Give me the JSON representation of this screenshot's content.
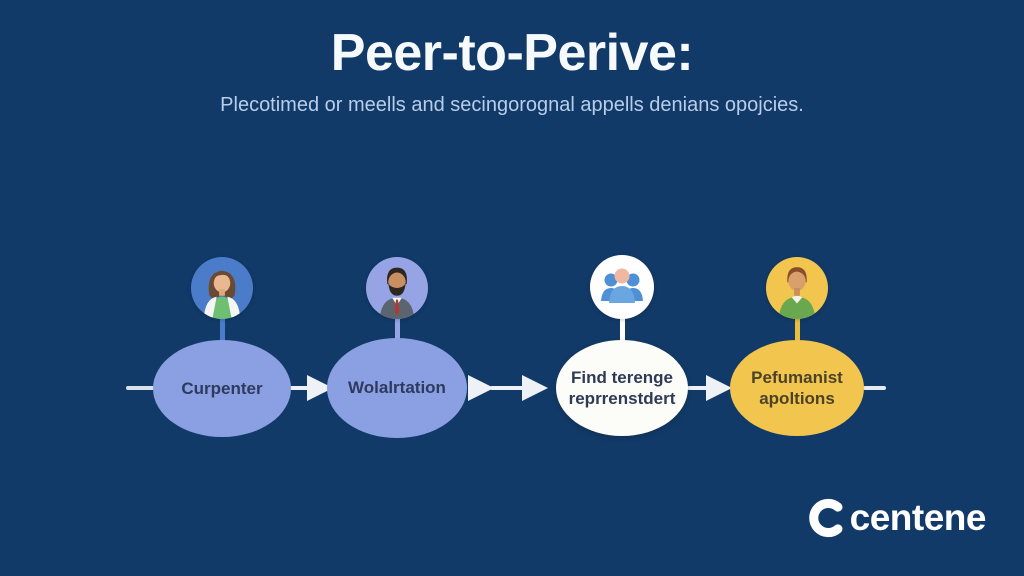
{
  "header": {
    "title": "Peer-to-Perive:",
    "subtitle": "Plecotimed or meells and secingorognal appells denians opojcies."
  },
  "flow": {
    "nodes": [
      {
        "line1": "Curpenter",
        "line2": "",
        "avatar": "female-doctor-avatar",
        "node_color": "#8ba0e2",
        "avatar_bg": "#4a7cca",
        "text_color": "#2e3a5e"
      },
      {
        "line1": "Wolalrtation",
        "line2": "",
        "avatar": "bearded-businessman-avatar",
        "node_color": "#8ba0e2",
        "avatar_bg": "#96a4e6",
        "text_color": "#2e3a5e"
      },
      {
        "line1": "Find terenge",
        "line2": "reprrenstdert",
        "avatar": "people-group-icon",
        "node_color": "#fcfcf9",
        "avatar_bg": "#ffffff",
        "text_color": "#2f3a55"
      },
      {
        "line1": "Pefumanist",
        "line2": "apoltions",
        "avatar": "green-sweater-man-avatar",
        "node_color": "#f2c54e",
        "avatar_bg": "#f2c54e",
        "text_color": "#4b4327"
      }
    ],
    "direction": "left-to-right"
  },
  "footer": {
    "brand": "centene"
  },
  "colors": {
    "background": "#123a68",
    "title": "#f7fafd",
    "subtitle": "#b8cde9",
    "connector_line": "#eef2f6",
    "node_blue": "#8ba0e2",
    "node_white": "#fcfcf9",
    "node_yellow": "#f2c54e"
  }
}
